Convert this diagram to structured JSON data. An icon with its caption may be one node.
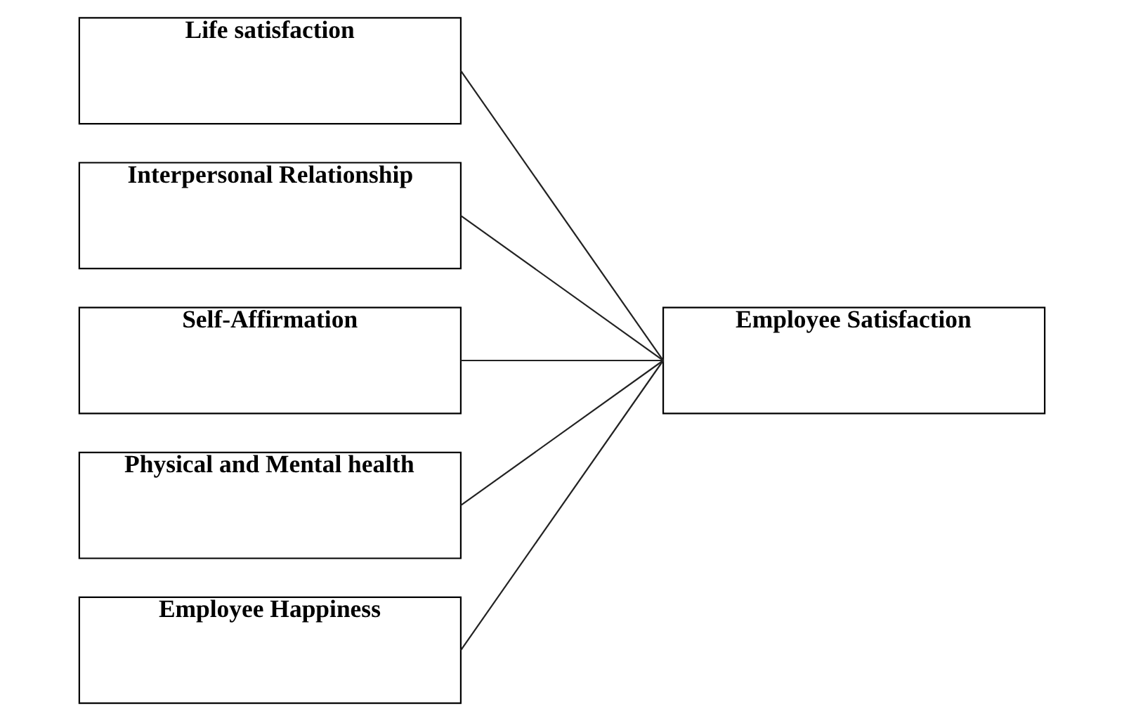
{
  "diagram": {
    "nodes": [
      {
        "text": [
          "Life satisfaction"
        ]
      },
      {
        "text": [
          "Interpersonal Relationship"
        ]
      },
      {
        "text": [
          "Self-Affirmation"
        ]
      },
      {
        "text": [
          "Physical and Mental health"
        ]
      },
      {
        "text": [
          "Employee Happiness"
        ]
      },
      {
        "text": [
          "Employee Satisfaction"
        ]
      }
    ],
    "edges": [
      {
        "from": 0,
        "to": 5,
        "arrow": "none"
      },
      {
        "from": 1,
        "to": 5,
        "arrow": "none"
      },
      {
        "from": 2,
        "to": 5,
        "arrow": "none"
      },
      {
        "from": 3,
        "to": 5,
        "arrow": "none"
      },
      {
        "from": 4,
        "to": 5,
        "arrow": "none"
      }
    ]
  }
}
